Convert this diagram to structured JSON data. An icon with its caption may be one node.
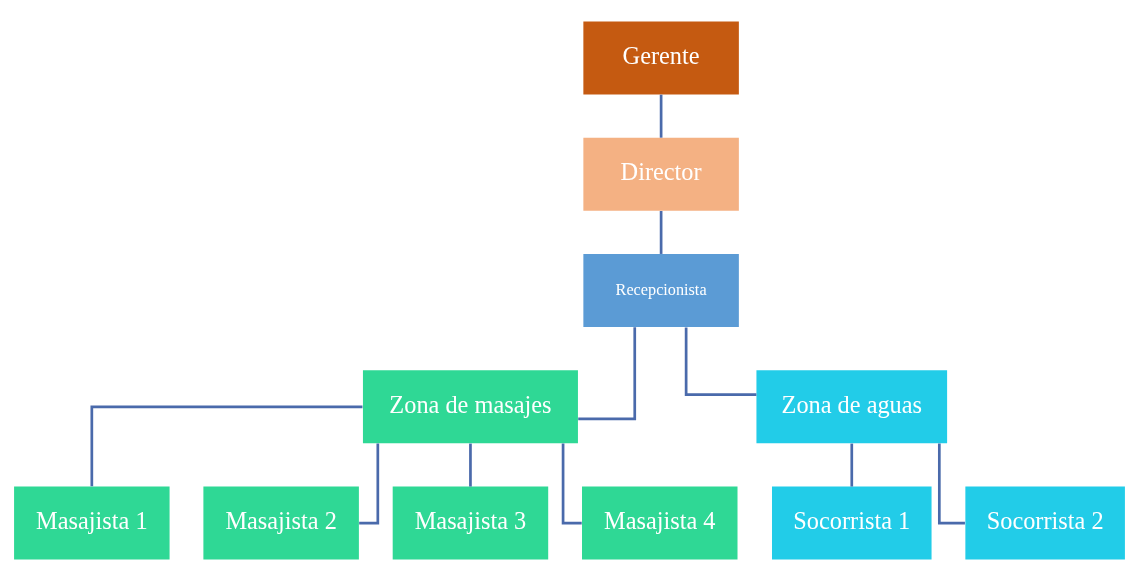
{
  "diagram": {
    "nodes": [
      {
        "text": [
          "Gerente"
        ]
      },
      {
        "text": [
          "Director"
        ]
      },
      {
        "text": [
          "Recepcionista"
        ]
      },
      {
        "text": [
          "Zona de masajes"
        ]
      },
      {
        "text": [
          "Zona de aguas"
        ]
      },
      {
        "text": [
          "Masajista 1"
        ]
      },
      {
        "text": [
          "Masajista 2"
        ]
      },
      {
        "text": [
          "Masajista 3"
        ]
      },
      {
        "text": [
          "Masajista 4"
        ]
      },
      {
        "text": [
          "Socorrista 1"
        ]
      },
      {
        "text": [
          "Socorrista 2"
        ]
      }
    ],
    "edges": [
      {
        "from": 0,
        "to": 1,
        "arrow": "none"
      },
      {
        "from": 1,
        "to": 2,
        "arrow": "none"
      },
      {
        "from": 2,
        "to": 3,
        "arrow": "none"
      },
      {
        "from": 2,
        "to": 4,
        "arrow": "none"
      },
      {
        "from": 3,
        "to": 5,
        "arrow": "none"
      },
      {
        "from": 3,
        "to": 6,
        "arrow": "none"
      },
      {
        "from": 3,
        "to": 7,
        "arrow": "none"
      },
      {
        "from": 3,
        "to": 8,
        "arrow": "none"
      },
      {
        "from": 4,
        "to": 9,
        "arrow": "none"
      },
      {
        "from": 4,
        "to": 10,
        "arrow": "none"
      }
    ]
  }
}
